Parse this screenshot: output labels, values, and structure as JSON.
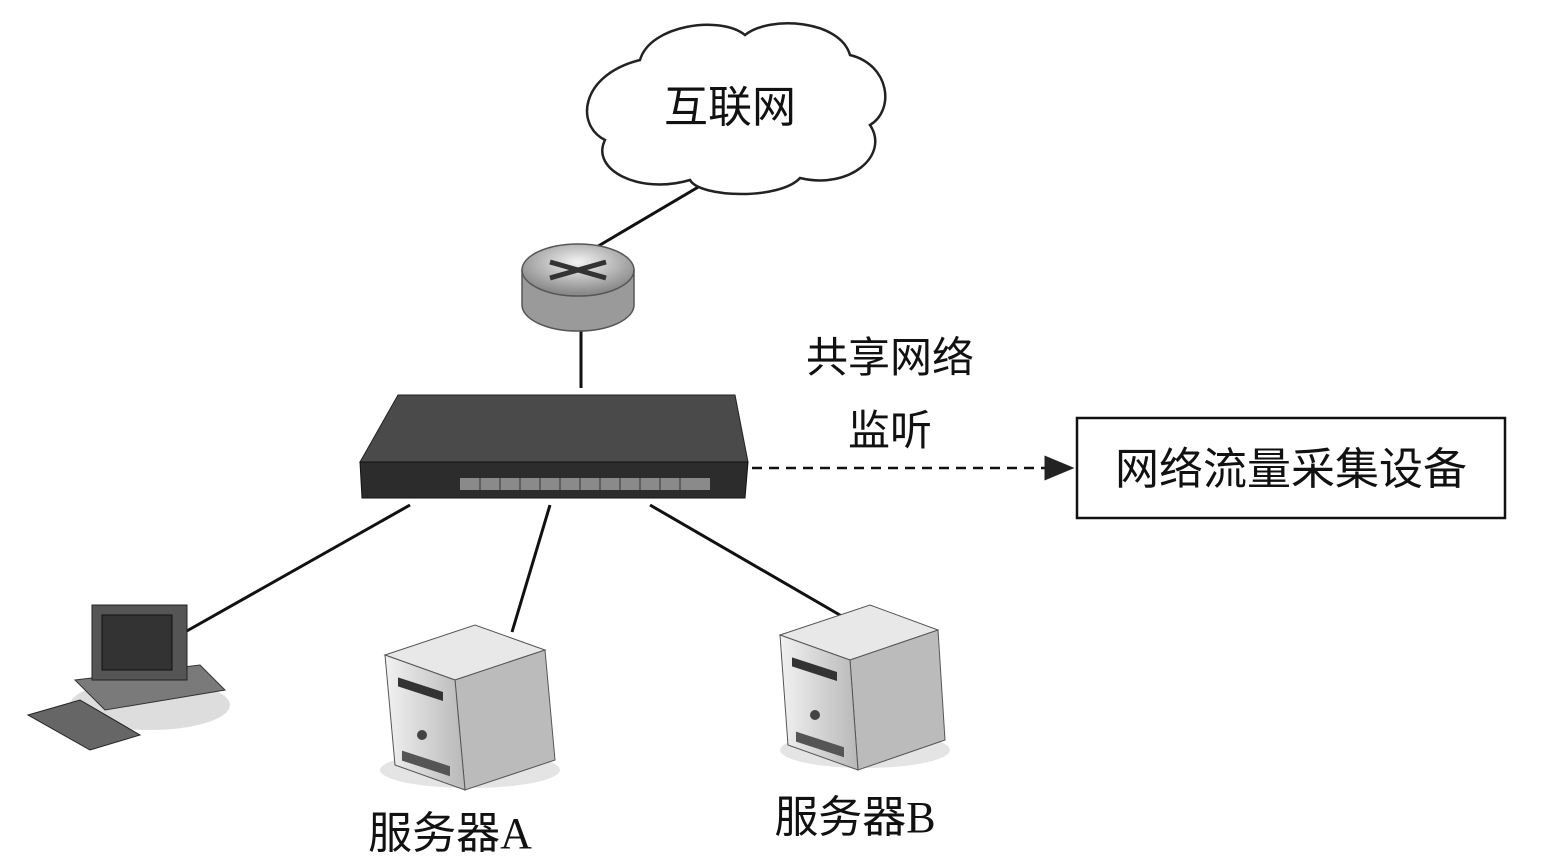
{
  "nodes": {
    "internet": {
      "label": "互联网"
    },
    "router": {
      "icon": "router-icon"
    },
    "switch": {
      "icon": "switch-icon"
    },
    "pc": {
      "icon": "desktop-computer-icon"
    },
    "server_a": {
      "label": "服务器A",
      "icon": "server-icon"
    },
    "server_b": {
      "label": "服务器B",
      "icon": "server-icon"
    },
    "collector": {
      "label": "网络流量采集设备"
    }
  },
  "edge_labels": {
    "mirror_line1": "共享网络",
    "mirror_line2": "监听"
  },
  "colors": {
    "line": "#111111",
    "switch": "#3a3a3a",
    "server": "#d8d8d8"
  }
}
